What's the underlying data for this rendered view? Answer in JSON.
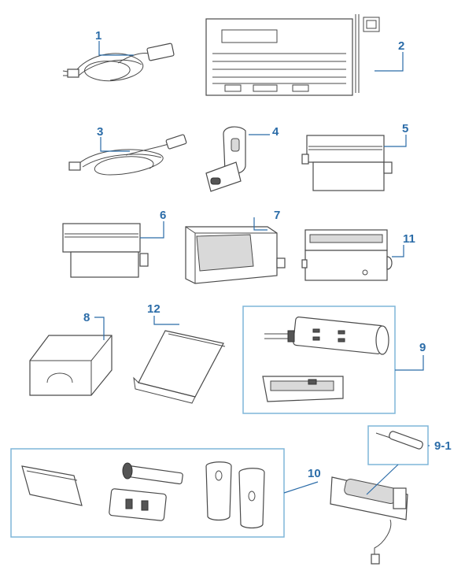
{
  "colors": {
    "accent": "#2b6ca8",
    "line": "#4a4a4a",
    "callout_box": "#7fb6d9"
  },
  "labels": {
    "l1": "1",
    "l2": "2",
    "l3": "3",
    "l4": "4",
    "l5": "5",
    "l6": "6",
    "l7": "7",
    "l8": "8",
    "l9": "9",
    "l9_1": "9-1",
    "l10": "10",
    "l11": "11",
    "l12": "12"
  }
}
